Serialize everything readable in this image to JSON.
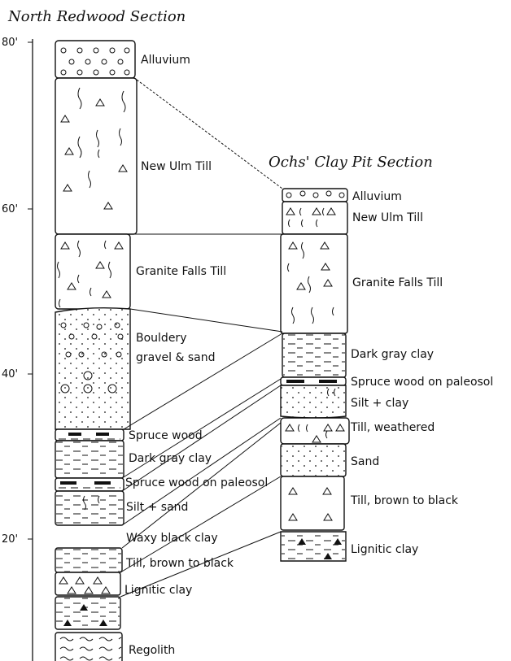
{
  "left_section": {
    "title": "North Redwood Section",
    "axis_labels": [
      "80'",
      "60'",
      "40'",
      "20'"
    ],
    "layers": [
      {
        "label": "Alluvium"
      },
      {
        "label": "New Ulm Till"
      },
      {
        "label": "Granite Falls Till"
      },
      {
        "label": "Bouldery"
      },
      {
        "label": "gravel & sand"
      },
      {
        "label": "Spruce wood"
      },
      {
        "label": "Dark gray clay"
      },
      {
        "label": "Spruce wood on paleosol"
      },
      {
        "label": "Silt + sand"
      },
      {
        "label": "Waxy black clay"
      },
      {
        "label": "Till, brown to black"
      },
      {
        "label": "Lignitic clay"
      },
      {
        "label": "Regolith"
      }
    ]
  },
  "right_section": {
    "title": "Ochs' Clay Pit Section",
    "layers": [
      {
        "label": "Alluvium"
      },
      {
        "label": "New Ulm Till"
      },
      {
        "label": "Granite Falls Till"
      },
      {
        "label": "Dark gray clay"
      },
      {
        "label": "Spruce wood on paleosol"
      },
      {
        "label": "Silt + clay"
      },
      {
        "label": "Till, weathered"
      },
      {
        "label": "Sand"
      },
      {
        "label": "Till, brown to black"
      },
      {
        "label": "Lignitic clay"
      }
    ]
  }
}
